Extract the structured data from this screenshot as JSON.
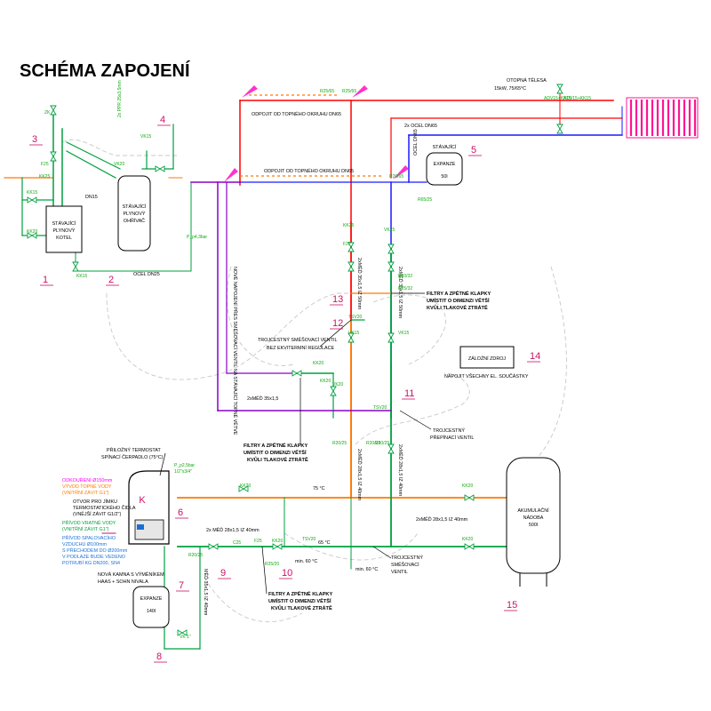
{
  "title": "SCHÉMA ZAPOJENÍ",
  "colors": {
    "hot": "#ff0000",
    "return": "#1a1aff",
    "green": "#00a040",
    "orange": "#ff7a00",
    "purple": "#8b00c8",
    "magenta": "#cc1166",
    "radiator": "#ff1493",
    "arrow": "#ff33cc"
  },
  "numbers": [
    "1",
    "2",
    "3",
    "4",
    "5",
    "6",
    "7",
    "8",
    "9",
    "10",
    "11",
    "12",
    "13",
    "14",
    "15"
  ],
  "labels": {
    "boiler": [
      "STÁVAJÍCÍ",
      "PLYNOVÝ",
      "KOTEL"
    ],
    "heater": [
      "STÁVAJÍCÍ",
      "PLYNOVÝ",
      "OHŘÍVAČ"
    ],
    "expanze5": [
      "STÁVAJÍCÍ",
      "EXPANZE",
      "50l"
    ],
    "expanze7": [
      "EXPANZE",
      "140l"
    ],
    "tank": [
      "AKUMULAČNÍ",
      "NÁDOBA",
      "500l"
    ],
    "reserve": "ZÁLOŽNÍ ZDROJ",
    "reserve_note": "NAPOJIT VŠECHNY EL. SOUČÁSTKY",
    "heating_bodies": [
      "OTOPNÁ TĚLESA",
      "15kW, 75/65°C"
    ],
    "disconnect1": "ODPOJIT OD TOPNÉHO OKRUHU DN65",
    "disconnect2": "ODPOJIT OD TOPNÉHO OKRUHU DN65",
    "ocel_dn65": "2x OCEL DN65",
    "ocel_dn65b": "OCEL DN65",
    "ocel_dn25": "OCEL DN25",
    "ppr": "2x PPR 25x3,5mm",
    "dn15": "DN15",
    "filter1": [
      "FILTRY A ZPĚTNÉ KLAPKY",
      "UMÍSTIT O DIMENZI VĚTŠÍ",
      "KVŮLI TLAKOVÉ ZTRÁTĚ"
    ],
    "filter2": [
      "FILTRY A ZPĚTNÉ KLAPKY",
      "UMÍSTIT O DIMENZI VĚTŠÍ",
      "KVŮLI TLAKOVÉ ZTRÁTĚ"
    ],
    "filter3": [
      "FILTRY A ZPĚTNÉ KLAPKY",
      "UMÍSTIT O DIMENZI VĚTŠÍ",
      "KVŮLI TLAKOVÉ ZTRÁTĚ"
    ],
    "three_way1": [
      "TROJCESTNÝ SMĚŠOVACÍ VENTIL",
      "BEZ EKVITERMNÍ REGULACE"
    ],
    "three_way2": [
      "TROJCESTNÝ",
      "PŘEPÍNACÍ VENTIL"
    ],
    "three_way3": [
      "TROJCESTNÝ",
      "SMĚŠOVACÍ",
      "VENTIL"
    ],
    "thermostat": [
      "PŘILOŽNÝ TERMOSTAT",
      "SPÍNACÍ ČERPADLO (75°C)"
    ],
    "stove": [
      "NOVÁ KAMNA S VÝMĚNÍKEM",
      "HAAS + SOHN NIVALA"
    ],
    "ports": [
      {
        "text": "ODKOUŘENÍ Ø150mm",
        "color": "#ff00ff"
      },
      {
        "text": "VÝVOD TOPNÉ VODY",
        "color": "#ff7a00"
      },
      {
        "text": "(VNITŘNÍ ZÁVIT G1\")",
        "color": "#ff7a00"
      },
      {
        "text": "OTVOR PRO JÍMKU",
        "color": "#000000"
      },
      {
        "text": "TERMOSTATICKÉHO ČIDLA",
        "color": "#000000"
      },
      {
        "text": "(VNĚJŠÍ ZÁVIT G1/2\")",
        "color": "#000000"
      },
      {
        "text": "PŘÍVOD VRATNÉ VODY",
        "color": "#00a040"
      },
      {
        "text": "(VNITŘNÍ ZÁVIT G1\")",
        "color": "#00a040"
      },
      {
        "text": "PŘÍVOD SPALOVACÍHO",
        "color": "#1a6fd6"
      },
      {
        "text": "VZDUCHU Ø100mm",
        "color": "#1a6fd6"
      },
      {
        "text": "S PŘECHODEM DO Ø200mm",
        "color": "#1a6fd6"
      },
      {
        "text": "V PODLAZE BUDE VEDENO",
        "color": "#1a6fd6"
      },
      {
        "text": "POTRUBÍ KG DN200, SN4",
        "color": "#1a6fd6"
      }
    ],
    "pipes_v1": "NOVÉ NAPOJENÍ PŘES SMĚŠOVACÍ VENTIL NA STÁVAJÍCÍ TOPNÉ VĚTVE",
    "pipe_med35": "2xMĚĎ 35x1,5",
    "pipe_med28a": "2x MĚĎ 28x1,5 IZ 40mm",
    "pipe_med28b": "2xMĚĎ 28x1,5 IZ 40mm",
    "pipe_med35v": "2xMĚĎ 35x1,5 IZ 50mm",
    "pipe_med35v2": "2xMĚĎ 35x1,5 IZ 50mm",
    "pipe_med28v": "2xMĚĎ 28x1,5 IZ 40mm",
    "pipe_med28v2": "2xMĚĎ 28x1,5 IZ 40mm",
    "pipe_med35e": "MĚĎ 35x1,5 IZ 40mm",
    "temp75": "75 °C",
    "temp65": "65 °C",
    "tmin": "min. 60 °C",
    "tmin2": "min. 60 °C",
    "pressure": "P_p4,3bar",
    "pressure2": "P_p2,5bar",
    "valve_tags": [
      "ZK",
      "KK25",
      "F25",
      "KK15",
      "KK20",
      "VK20",
      "KK15",
      "VK15",
      "R25/65",
      "R25/65",
      "R26/65",
      "R65/25",
      "ADV15+KK15",
      "ADV15+KK15",
      "KK25",
      "F25",
      "VK25",
      "R20/32",
      "TSV20",
      "VK15",
      "KK20",
      "KK20",
      "VK20",
      "R20/25",
      "R20/25",
      "VK15",
      "KK20",
      "C25",
      "F25",
      "KK20",
      "TSV20",
      "R25/20",
      "VK 1\"",
      "KK20",
      "KK20",
      "TSV20",
      "1/2\"x3/4\"",
      "R20/25",
      "R25/32",
      "R20/25"
    ]
  }
}
